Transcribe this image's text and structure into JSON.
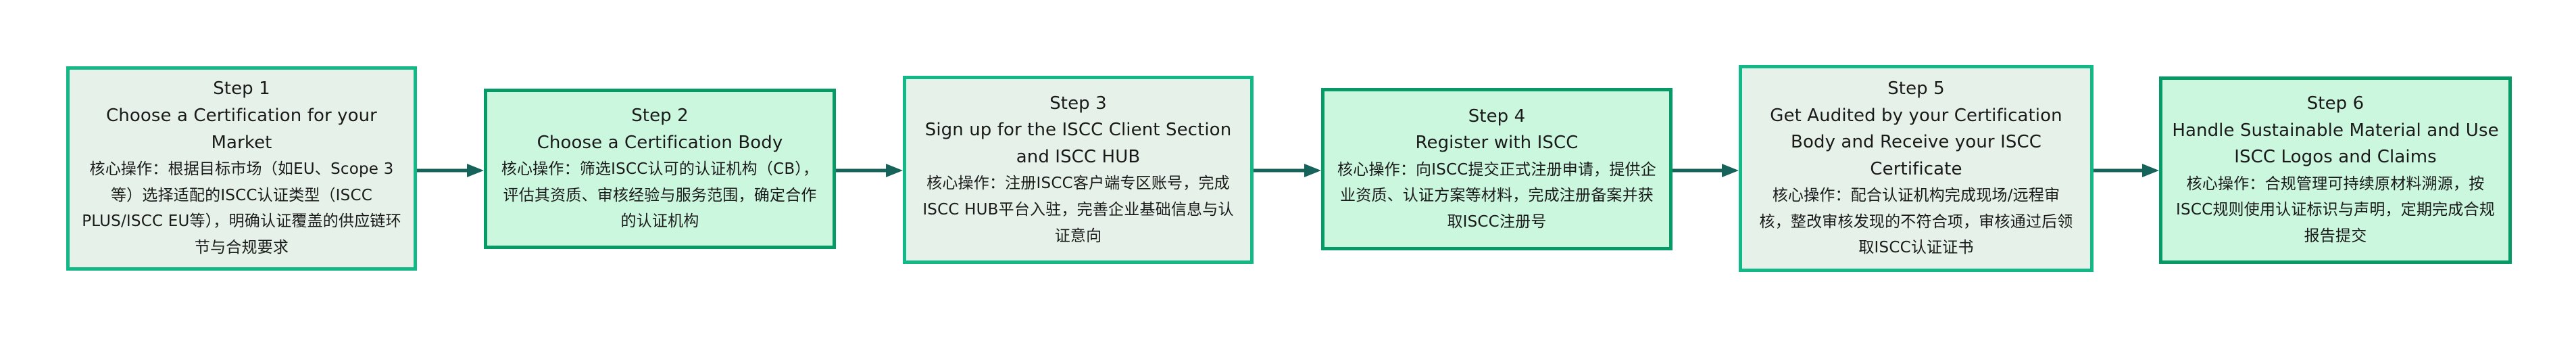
{
  "diagram": {
    "kind": "horizontal-flowchart",
    "orientation": "left-to-right",
    "background_color": "#ffffff",
    "step_count": 6,
    "palette": {
      "light_fill": "#e6f2e9",
      "light_border": "#12b886",
      "mint_fill": "#cbf7de",
      "mint_border": "#069a67",
      "arrow_color": "#15635a",
      "text_color": "#1a1a1a"
    }
  },
  "steps": [
    {
      "id": "step-1",
      "tone": "light",
      "title": "Step 1",
      "subtitle_lines": [
        "Choose a Certification for your",
        "Market"
      ],
      "body_lines": [
        "核心操作：根据目标市场（如EU、Scope 3",
        "等）选择适配的ISCC认证类型（ISCC",
        "PLUS/ISCC EU等），明确认证覆盖的供应链环",
        "节与合规要求"
      ]
    },
    {
      "id": "step-2",
      "tone": "mint",
      "title": "Step 2",
      "subtitle_lines": [
        "Choose a Certification Body"
      ],
      "body_lines": [
        "核心操作：筛选ISCC认可的认证机构（CB），",
        "评估其资质、审核经验与服务范围，确定合作",
        "的认证机构"
      ]
    },
    {
      "id": "step-3",
      "tone": "light",
      "title": "Step 3",
      "subtitle_lines": [
        "Sign up for the ISCC Client Section",
        "and ISCC HUB"
      ],
      "body_lines": [
        "核心操作：注册ISCC客户端专区账号，完成",
        "ISCC HUB平台入驻，完善企业基础信息与认",
        "证意向"
      ]
    },
    {
      "id": "step-4",
      "tone": "mint",
      "title": "Step 4",
      "subtitle_lines": [
        "Register with ISCC"
      ],
      "body_lines": [
        "核心操作：向ISCC提交正式注册申请，提供企",
        "业资质、认证方案等材料，完成注册备案并获",
        "取ISCC注册号"
      ]
    },
    {
      "id": "step-5",
      "tone": "light",
      "title": "Step 5",
      "subtitle_lines": [
        "Get Audited by your Certification",
        "Body and Receive your ISCC",
        "Certificate"
      ],
      "body_lines": [
        "核心操作：配合认证机构完成现场/远程审",
        "核，整改审核发现的不符合项，审核通过后领",
        "取ISCC认证证书"
      ]
    },
    {
      "id": "step-6",
      "tone": "mint",
      "title": "Step 6",
      "subtitle_lines": [
        "Handle Sustainable Material and Use",
        "ISCC Logos and Claims"
      ],
      "body_lines": [
        "核心操作：合规管理可持续原材料溯源，按",
        "ISCC规则使用认证标识与声明，定期完成合规",
        "报告提交"
      ]
    }
  ],
  "connectors": [
    {
      "id": "arrow-1-2",
      "from": "step-1",
      "to": "step-2"
    },
    {
      "id": "arrow-2-3",
      "from": "step-2",
      "to": "step-3"
    },
    {
      "id": "arrow-3-4",
      "from": "step-3",
      "to": "step-4"
    },
    {
      "id": "arrow-4-5",
      "from": "step-4",
      "to": "step-5"
    },
    {
      "id": "arrow-5-6",
      "from": "step-5",
      "to": "step-6"
    }
  ]
}
